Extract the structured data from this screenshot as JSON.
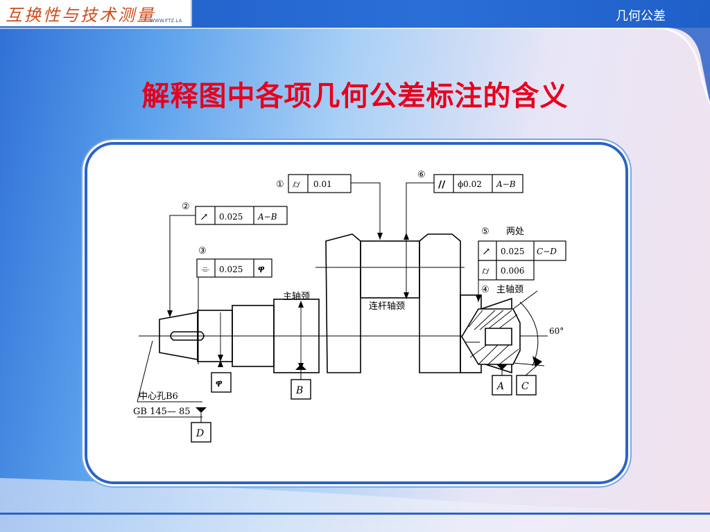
{
  "header": {
    "logo_text": "互换性与技术测量",
    "logo_url": "WWW.FTZ.LA",
    "section_label": "几何公差"
  },
  "slide": {
    "title": "解释图中各项几何公差标注的含义"
  },
  "drawing": {
    "callout_1": {
      "number": "①",
      "value": "0.01"
    },
    "callout_2": {
      "number": "②",
      "value": "0.025",
      "datum": "A−B"
    },
    "callout_3": {
      "number": "③",
      "value": "0.025"
    },
    "callout_4": {
      "number": "④",
      "label": "主轴颈"
    },
    "callout_5": {
      "number": "⑤",
      "label": "两处",
      "value_runout": "0.025",
      "datum_runout": "C−D",
      "value_cyl": "0.006"
    },
    "callout_6": {
      "number": "⑥",
      "value": "ϕ0.02",
      "datum": "A−B"
    },
    "labels": {
      "main_journal": "主轴颈",
      "crank_journal": "连杆轴颈",
      "center_hole": "中心孔B6",
      "standard": "GB 145— 85",
      "angle": "60°"
    },
    "datums": {
      "A": "A",
      "B": "B",
      "C": "C",
      "D": "D"
    }
  }
}
